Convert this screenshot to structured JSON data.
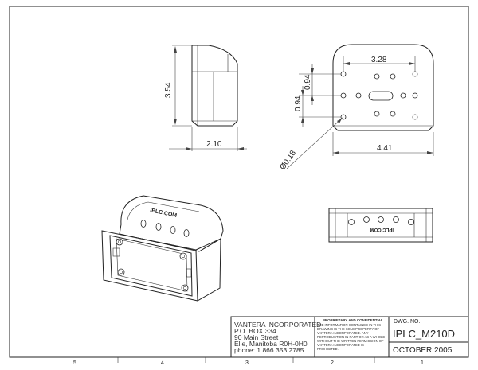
{
  "dimensions": {
    "height_side": "3.54",
    "width_side": "2.10",
    "hole_spacing": "3.28",
    "vert_upper": "0.94",
    "vert_lower": "0.94",
    "hole_diameter": "Ø0.18",
    "width_front": "4.41"
  },
  "embossed_text": {
    "isometric": "IPLC.COM",
    "bottom_view": "IPLC.COM"
  },
  "title_block": {
    "company_lines": [
      "VANTERA INCORPORATED",
      "P.O. BOX 334",
      "90 Main Street",
      "Elie, Manitoba R0H-0H0",
      "phone: 1.866.353.2785"
    ],
    "notice_heading": "PROPRIETARY AND CONFIDENTIAL",
    "notice_lines": [
      "THE INFORMATION CONTAINED IN THIS",
      "DRAWING IS THE SOLE PROPERTY OF",
      "VANTERA INCORPORATED. ANY",
      "REPRODUCTION IN PART OR AS A WHOLE",
      "WITHOUT THE WRITTEN PERMISSION OF",
      "VANTERA INCORPORATED IS",
      "PROHIBITED."
    ],
    "dwg_no_label": "DWG. NO.",
    "dwg_no": "IPLC_M210D",
    "date": "OCTOBER 2005"
  },
  "zone_labels": [
    "5",
    "4",
    "3",
    "2",
    "1"
  ]
}
